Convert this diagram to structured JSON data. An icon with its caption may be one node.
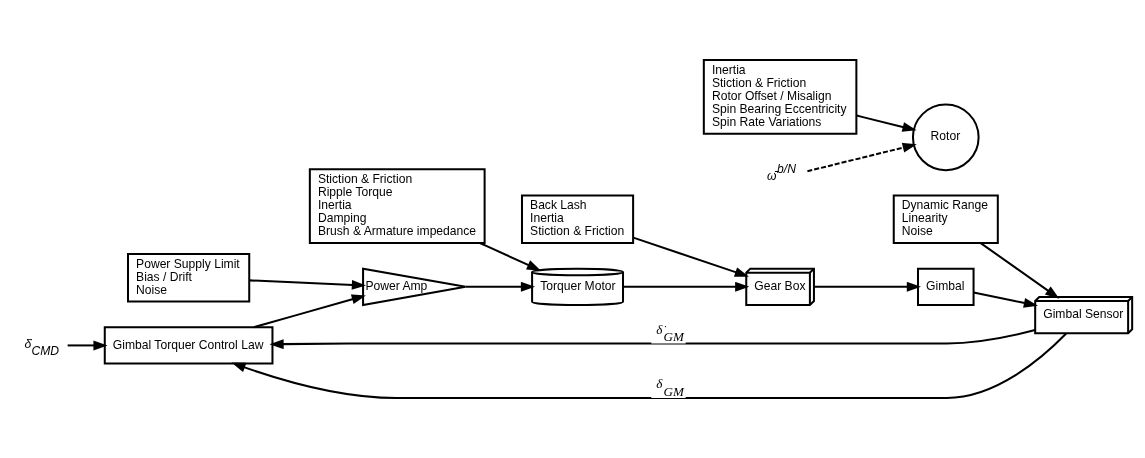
{
  "diagram": {
    "nodes": [
      {
        "text": [
          "Gimbal Torquer Control Law"
        ]
      },
      {
        "text": [
          "Power Amp"
        ]
      },
      {
        "text": [
          "Torquer Motor"
        ]
      },
      {
        "text": [
          "Gear Box"
        ]
      },
      {
        "text": [
          "Rotor"
        ]
      },
      {
        "text": [
          "Gimbal"
        ]
      },
      {
        "text": [
          "Gimbal Sensor"
        ]
      },
      {
        "text": [
          "Power Supply Limit",
          "Bias / Drift",
          "Noise"
        ]
      },
      {
        "text": [
          "Stiction & Friction",
          "Ripple Torque",
          "Inertia",
          "Damping",
          "Brush & Armature impedance"
        ]
      },
      {
        "text": [
          "Back Lash",
          "Inertia",
          "Stiction & Friction"
        ]
      },
      {
        "text": [
          "Inertia",
          "Stiction & Friction",
          "Rotor Offset / Misalign",
          "Spin Bearing Eccentricity",
          "Spin Rate Variations"
        ]
      },
      {
        "text": [
          "Dynamic Range",
          "Linearity",
          "Noise"
        ]
      },
      {
        "text": [
          "δ̇$_{CMD}$"
        ]
      },
      {
        "text": [
          "ω̄$^{b/N}$"
        ]
      }
    ],
    "edges": [
      {
        "from": 12,
        "to": 0,
        "arrow": "to"
      },
      {
        "from": 0,
        "to": 1,
        "arrow": "to"
      },
      {
        "from": 1,
        "to": 2,
        "arrow": "to"
      },
      {
        "from": 2,
        "to": 3,
        "arrow": "to"
      },
      {
        "from": 3,
        "to": 5,
        "arrow": "to"
      },
      {
        "from": 5,
        "to": 6,
        "arrow": "to"
      },
      {
        "from": 7,
        "to": 1,
        "arrow": "to"
      },
      {
        "from": 8,
        "to": 2,
        "arrow": "to"
      },
      {
        "from": 9,
        "to": 3,
        "arrow": "to"
      },
      {
        "from": 10,
        "to": 4,
        "arrow": "to"
      },
      {
        "from": 11,
        "to": 6,
        "arrow": "to"
      },
      {
        "from": 13,
        "to": 4,
        "arrow": "to",
        "style": "dashed"
      },
      {
        "from": 6,
        "to": 0,
        "arrow": "to",
        "label": "δ̇$_{GM}$"
      },
      {
        "from": 6,
        "to": 0,
        "arrow": "to",
        "label": "δ$_{GM}$"
      }
    ]
  }
}
